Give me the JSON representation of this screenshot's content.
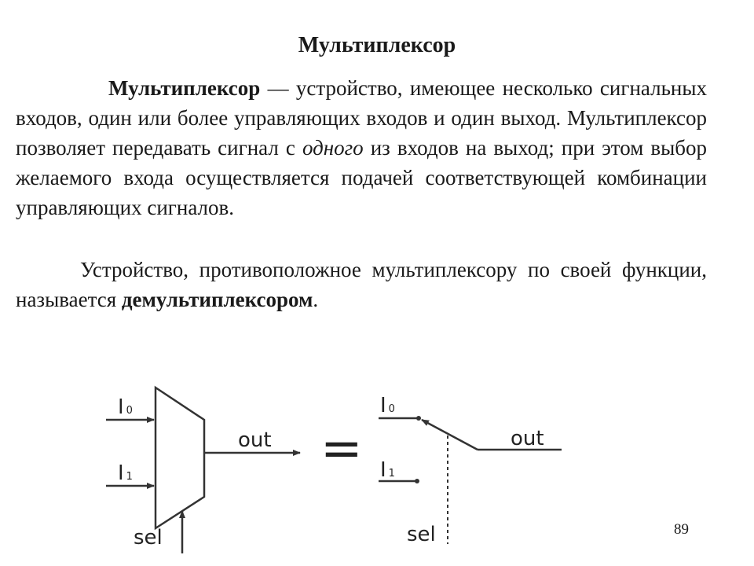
{
  "title": "Мультиплексор",
  "paragraph1": {
    "term": "Мультиплексор",
    "part1": " — устройство, имеющее несколько сигнальных входов, один или более управляющих входов и один выход. Мультиплексор позволяет передавать сигнал с ",
    "italic_word": "одного",
    "part2": " из входов на выход; при этом выбор желаемого входа осуществляется подачей соответствующей комбинации управляющих сигналов."
  },
  "paragraph2": {
    "part1": "Устройство, противоположное мультиплексору по своей функции, называется ",
    "term": "демультиплексором",
    "part2": "."
  },
  "diagram": {
    "mux": {
      "input0_label": "I",
      "input0_sub": "0",
      "input1_label": "I",
      "input1_sub": "1",
      "output_label": "out",
      "select_label": "sel"
    },
    "equals_sign": "=",
    "switch": {
      "input0_label": "I",
      "input0_sub": "0",
      "input1_label": "I",
      "input1_sub": "1",
      "output_label": "out",
      "select_label": "sel"
    }
  },
  "page_number": "89",
  "colors": {
    "text": "#1a1a1a",
    "line": "#333333",
    "background": "#ffffff"
  }
}
